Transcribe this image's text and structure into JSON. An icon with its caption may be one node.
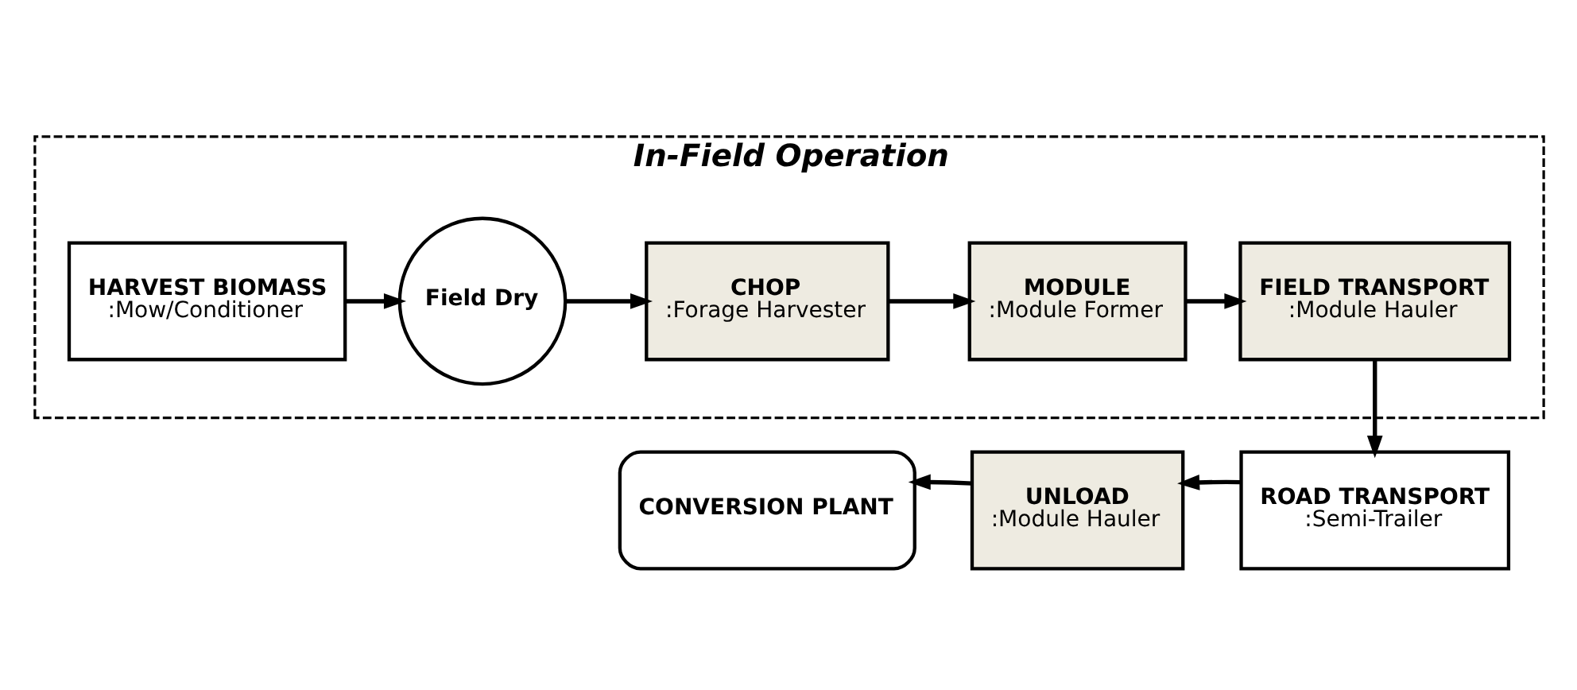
{
  "diagram": {
    "nodes": [
      {
        "text": [
          "In-Field Operation"
        ]
      },
      {
        "text": [
          "HARVEST BIOMASS",
          ":Mow/Conditioner"
        ],
        "in": 0
      },
      {
        "text": [
          "Field Dry"
        ],
        "in": 0
      },
      {
        "text": [
          "CHOP",
          ":Forage Harvester"
        ],
        "in": 0
      },
      {
        "text": [
          "MODULE",
          ":Module Former"
        ],
        "in": 0
      },
      {
        "text": [
          "FIELD TRANSPORT",
          ":Module Hauler"
        ],
        "in": 0
      },
      {
        "text": [
          "ROAD TRANSPORT",
          ":Semi-Trailer"
        ]
      },
      {
        "text": [
          "UNLOAD",
          ":Module Hauler"
        ]
      },
      {
        "text": [
          "CONVERSION PLANT"
        ]
      }
    ],
    "edges": [
      {
        "from": 1,
        "to": 2,
        "arrow": "to"
      },
      {
        "from": 2,
        "to": 3,
        "arrow": "to"
      },
      {
        "from": 3,
        "to": 4,
        "arrow": "to"
      },
      {
        "from": 4,
        "to": 5,
        "arrow": "to"
      },
      {
        "from": 5,
        "to": 6,
        "arrow": "to"
      },
      {
        "from": 6,
        "to": 7,
        "arrow": "to"
      },
      {
        "from": 7,
        "to": 8,
        "arrow": "to"
      }
    ]
  }
}
